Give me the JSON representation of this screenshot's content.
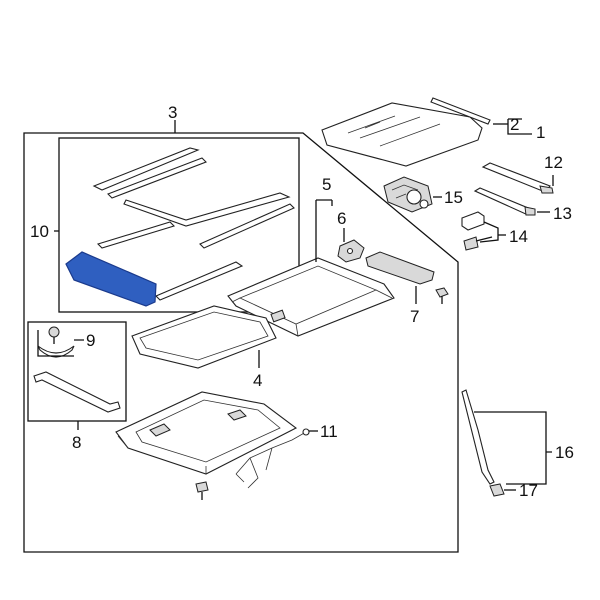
{
  "diagram": {
    "callouts": {
      "c1": "1",
      "c2": "2",
      "c3": "3",
      "c4": "4",
      "c5": "5",
      "c6": "6",
      "c7": "7",
      "c8": "8",
      "c9": "9",
      "c10": "10",
      "c11": "11",
      "c12": "12",
      "c13": "13",
      "c14": "14",
      "c15": "15",
      "c16": "16",
      "c17": "17"
    },
    "colors": {
      "highlight": "#2f5fc0",
      "line": "#111111",
      "background": "#ffffff"
    }
  }
}
